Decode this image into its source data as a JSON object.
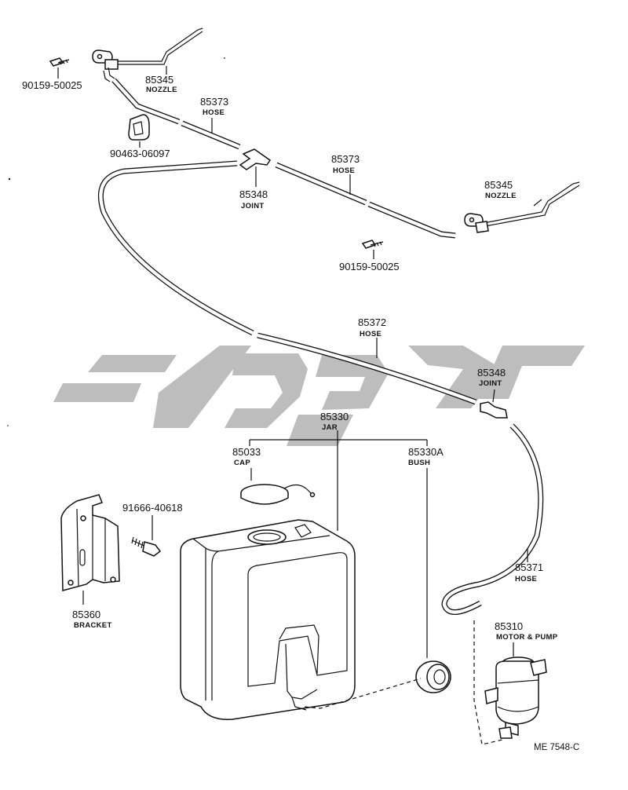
{
  "labels": {
    "nozzle_left_pn": "85345",
    "nozzle_left_name": "NOZZLE",
    "screw_left_pn": "90159-50025",
    "hose_upper_left_pn": "85373",
    "hose_upper_left_name": "HOSE",
    "clip_pn": "90463-06097",
    "joint_upper_pn": "85348",
    "joint_upper_name": "JOINT",
    "hose_upper_right_pn": "85373",
    "hose_upper_right_name": "HOSE",
    "nozzle_right_pn": "85345",
    "nozzle_right_name": "NOZZLE",
    "screw_right_pn": "90159-50025",
    "hose_long_pn": "85372",
    "hose_long_name": "HOSE",
    "joint_lower_pn": "85348",
    "joint_lower_name": "JOINT",
    "jar_pn": "85330",
    "jar_name": "JAR",
    "cap_pn": "85033",
    "cap_name": "CAP",
    "bush_pn": "85330A",
    "bush_name": "BUSH",
    "bolt_pn": "91666-40618",
    "bracket_pn": "85360",
    "bracket_name": "BRACKET",
    "hose_pump_pn": "85371",
    "hose_pump_name": "HOSE",
    "motor_pn": "85310",
    "motor_name": "MOTOR & PUMP",
    "ref_code": "ME 7548-C"
  },
  "colors": {
    "line": "#111111",
    "watermark": "#bdbdbd",
    "background": "#ffffff"
  }
}
